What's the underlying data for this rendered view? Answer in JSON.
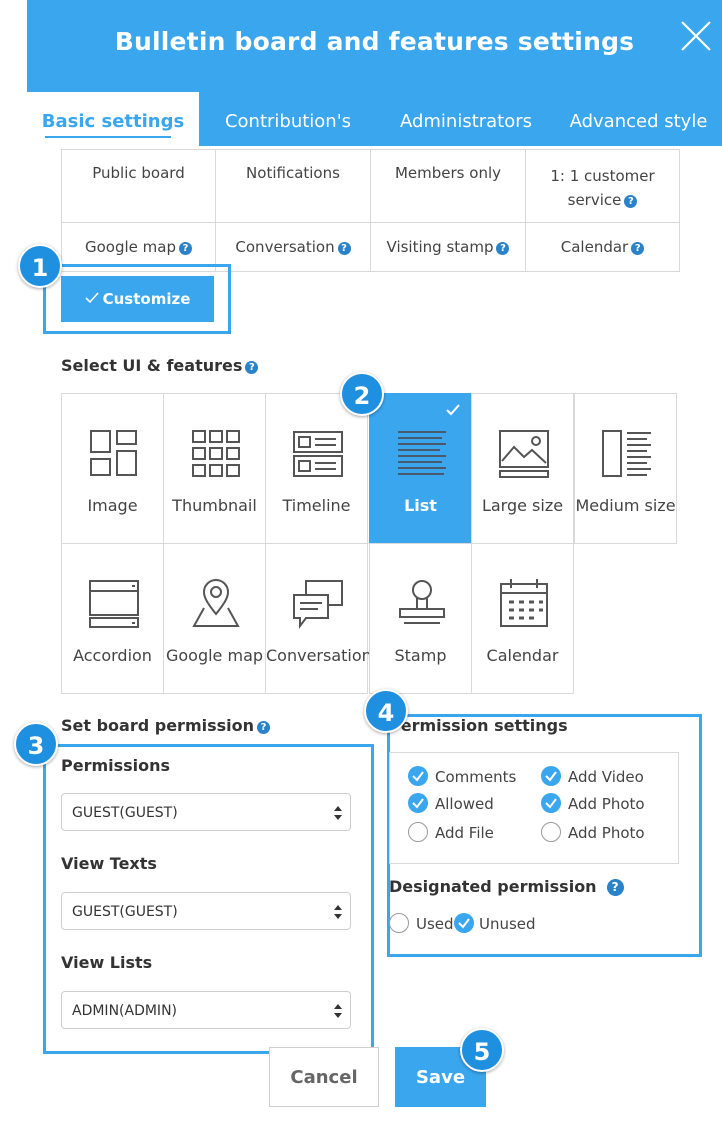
{
  "dialog": {
    "title": "Bulletin board and features settings"
  },
  "tabs": [
    {
      "label": "Basic settings"
    },
    {
      "label": "Contribution's"
    },
    {
      "label": "Administrators"
    },
    {
      "label": "Advanced style"
    }
  ],
  "board_options": {
    "row1": [
      "Public board",
      "Notifications",
      "Members only",
      "1: 1 customer service"
    ],
    "row2": [
      "Google map",
      "Conversation",
      "Visiting stamp",
      "Calendar"
    ],
    "customize": "Customize"
  },
  "ui_features": {
    "title": "Select UI & features",
    "items": [
      {
        "label": "Image",
        "icon": "image-layout-icon"
      },
      {
        "label": "Thumbnail",
        "icon": "thumbnail-grid-icon"
      },
      {
        "label": "Timeline",
        "icon": "timeline-icon"
      },
      {
        "label": "List",
        "icon": "list-icon",
        "selected": true
      },
      {
        "label": "Large size",
        "icon": "large-image-icon"
      },
      {
        "label": "Medium size",
        "icon": "medium-size-icon"
      },
      {
        "label": "Accordion",
        "icon": "accordion-icon"
      },
      {
        "label": "Google map",
        "icon": "map-pin-icon"
      },
      {
        "label": "Conversation",
        "icon": "chat-bubbles-icon"
      },
      {
        "label": "Stamp",
        "icon": "stamp-icon"
      },
      {
        "label": "Calendar",
        "icon": "calendar-icon"
      }
    ]
  },
  "board_permission": {
    "title": "Set board permission",
    "permissions": {
      "label": "Permissions",
      "value": "GUEST(GUEST)"
    },
    "view_texts": {
      "label": "View Texts",
      "value": "GUEST(GUEST)"
    },
    "view_lists": {
      "label": "View Lists",
      "value": "ADMIN(ADMIN)"
    }
  },
  "permission_settings": {
    "title": "Permission settings",
    "options": [
      {
        "label": "Comments",
        "checked": true
      },
      {
        "label": "Add Video",
        "checked": true
      },
      {
        "label": "Allowed",
        "checked": true
      },
      {
        "label": "Add Photo",
        "checked": true
      },
      {
        "label": "Add File",
        "checked": false
      },
      {
        "label": "Add Photo",
        "checked": false
      }
    ],
    "designated": {
      "title": "Designated permission",
      "options": [
        {
          "label": "Used",
          "checked": false
        },
        {
          "label": "Unused",
          "checked": true
        }
      ]
    }
  },
  "steps": [
    "1",
    "2",
    "3",
    "4",
    "5"
  ],
  "footer": {
    "cancel": "Cancel",
    "save": "Save"
  },
  "colors": {
    "accent": "#3aa6ee",
    "badge": "#1f8fe0",
    "help_icon": "#2a82c9"
  }
}
